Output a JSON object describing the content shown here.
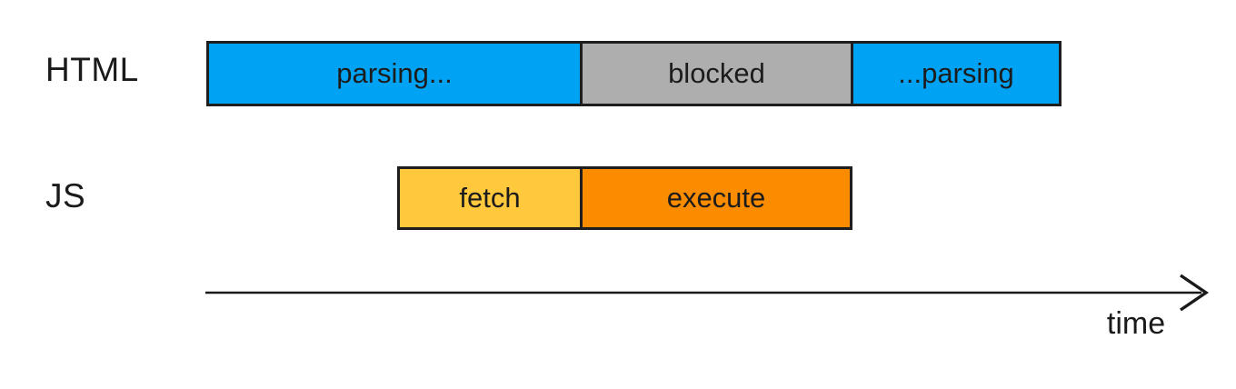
{
  "rows": [
    {
      "label": "HTML",
      "segments": [
        {
          "label": "parsing...",
          "color": "#00a2f4"
        },
        {
          "label": "blocked",
          "color": "#aeaeae"
        },
        {
          "label": "...parsing",
          "color": "#00a2f4"
        }
      ]
    },
    {
      "label": "JS",
      "segments": [
        {
          "label": "fetch",
          "color": "#ffc83d"
        },
        {
          "label": "execute",
          "color": "#fb8c00"
        }
      ]
    }
  ],
  "axis": {
    "label": "time",
    "arrow_icon": "right-arrow-icon",
    "line_color": "#1a1a1a"
  },
  "colors": {
    "background": "#ffffff",
    "bar_border": "#1e1e1e",
    "text": "#1a1a1a"
  }
}
